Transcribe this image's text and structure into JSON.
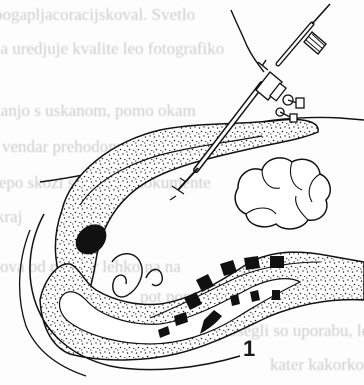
{
  "bleed_through_lines": [
    "pogapljacoracijskoval. Svetlo",
    "da uredjuje kvalite leo fotografiko",
    "",
    "tanjo s uskanom, pomo okam",
    "vendar prehodom mahli liboudi",
    "lepo skozi sistemski dokumente",
    "kraj",
    "ova od premer lehko na na",
    "pot pomoč in pomanj",
    "dosegli so uporabu, lepi",
    "kater kakorkoli na"
  ],
  "figure": {
    "number": "1"
  }
}
